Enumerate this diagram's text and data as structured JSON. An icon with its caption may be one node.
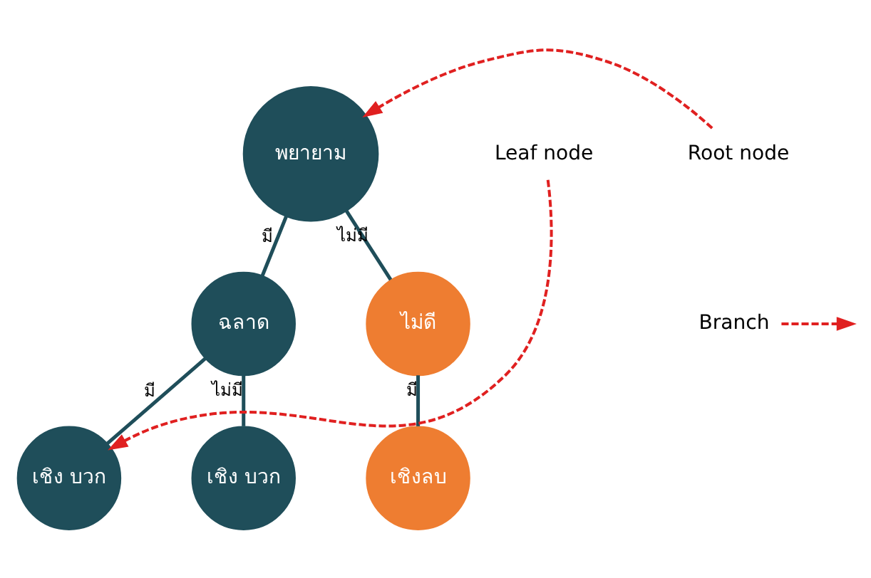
{
  "diagram": {
    "nodes": [
      {
        "text": [
          "พยายาม"
        ]
      },
      {
        "text": [
          "ฉลาด"
        ]
      },
      {
        "text": [
          "ไม่ดี"
        ]
      },
      {
        "text": [
          "เชิง บวก"
        ]
      },
      {
        "text": [
          "เชิง บวก"
        ]
      },
      {
        "text": [
          "เชิงลบ"
        ]
      },
      {
        "text": [
          "Root node"
        ]
      },
      {
        "text": [
          "Branch"
        ]
      },
      {
        "text": [
          "Leaf node"
        ]
      }
    ],
    "edges": [
      {
        "from": 0,
        "to": 1,
        "arrow": "none",
        "label": "มี"
      },
      {
        "from": 0,
        "to": 2,
        "arrow": "none",
        "label": "ไม่มี"
      },
      {
        "from": 1,
        "to": 3,
        "arrow": "none",
        "label": "มี"
      },
      {
        "from": 1,
        "to": 4,
        "arrow": "none",
        "label": "ไม่มี"
      },
      {
        "from": 2,
        "to": 5,
        "arrow": "none",
        "label": "มี"
      },
      {
        "from": 6,
        "to": 0,
        "arrow": "to",
        "style": "dashed",
        "color": "#e02020"
      },
      {
        "from": 7,
        "to": null,
        "arrow": "to",
        "style": "dashed",
        "color": "#e02020"
      },
      {
        "from": 8,
        "to": 3,
        "arrow": "to",
        "style": "dashed",
        "color": "#e02020"
      }
    ]
  }
}
